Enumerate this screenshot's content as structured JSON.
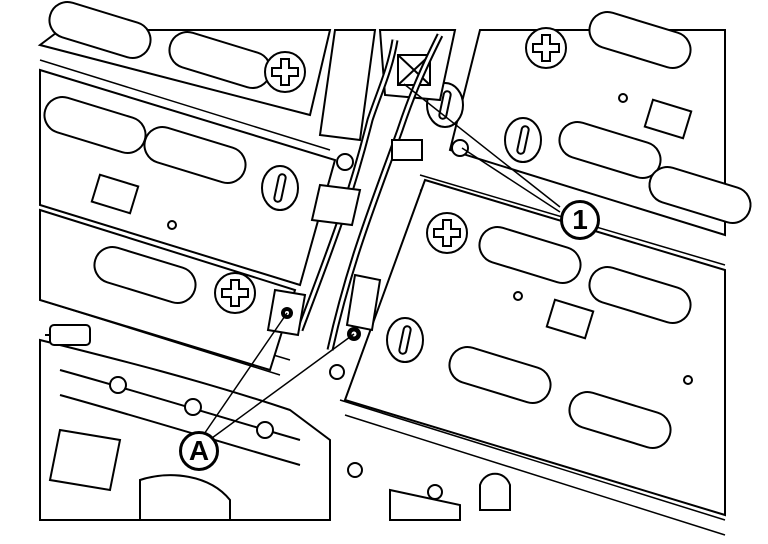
{
  "diagram": {
    "callouts": [
      {
        "id": "1",
        "label": "1"
      },
      {
        "id": "A",
        "label": "A"
      }
    ],
    "module_markings": [
      "+",
      "−",
      "+",
      "−",
      "+",
      "−",
      "+",
      "−"
    ]
  }
}
